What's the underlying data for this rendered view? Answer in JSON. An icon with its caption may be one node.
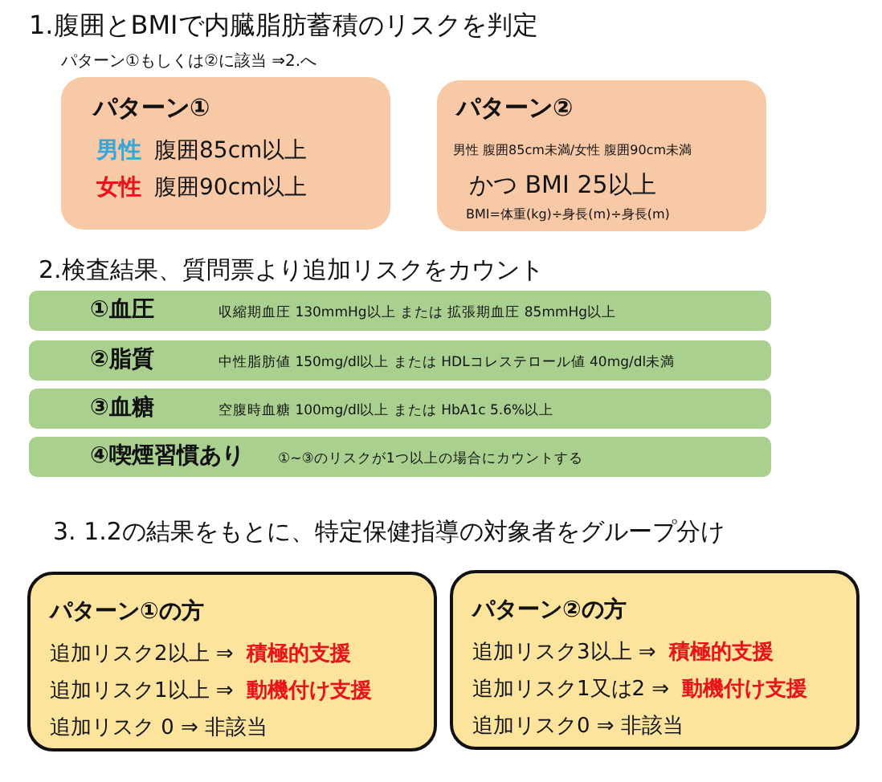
{
  "diagram": {
    "nodes": [
      {
        "text": [
          "パターン①",
          "男性",
          "腹囲85cm以上",
          "女性",
          "腹囲90cm以上"
        ]
      },
      {
        "text": [
          "パターン②",
          "男性 腹囲85cm未満/女性 腹囲90cm未満",
          "かつ BMI 25以上",
          "BMI=体重(kg)÷身長(m)÷身長(m)"
        ]
      },
      {
        "text": [
          "①血圧",
          "収縮期血圧 130mmHg以上 または 拡張期血圧 85mmHg以上"
        ]
      },
      {
        "text": [
          "②脂質",
          "中性脂肪値 150mg/dl以上 または HDLコレステロール値 40mg/dl未満"
        ]
      },
      {
        "text": [
          "③血糖",
          "空腹時血糖 100mg/dl以上 または HbA1c 5.6%以上"
        ]
      },
      {
        "text": [
          "④喫煙習慣あり",
          "①~③のリスクが1つ以上の場合にカウントする"
        ]
      },
      {
        "text": [
          "パターン①の方",
          "追加リスク2以上 ⇒",
          "積極的支援",
          "追加リスク1以上 ⇒",
          "動機付け支援",
          "追加リスク 0 ⇒ 非該当"
        ]
      },
      {
        "text": [
          "パターン②の方",
          "追加リスク3以上 ⇒",
          "積極的支援",
          "追加リスク1又は2 ⇒",
          "動機付け支援",
          "追加リスク0 ⇒ 非該当"
        ]
      }
    ],
    "labels": [
      "1.腹囲とBMIで内臓脂肪蓄積のリスクを判定",
      "パターン①もしくは②に該当 ⇒2.へ",
      "2.検査結果、質問票より追加リスクをカウント",
      "3. 1.2の結果をもとに、特定保健指導の対象者をグループ分け"
    ]
  }
}
